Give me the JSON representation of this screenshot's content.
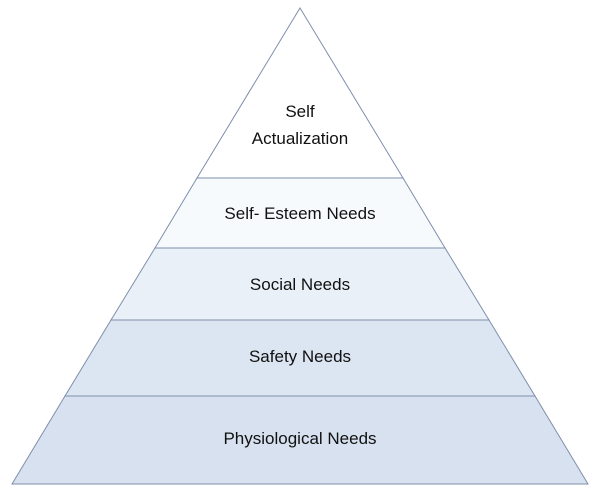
{
  "diagram": {
    "type": "pyramid",
    "border_color": "#7f8fab",
    "text_color": "#111111",
    "levels": [
      {
        "label": "Self Actualization",
        "line1": "Self",
        "line2": "Actualization",
        "color": "#ffffff"
      },
      {
        "label": "Self- Esteem Needs",
        "color": "#f7fafd"
      },
      {
        "label": "Social Needs",
        "color": "#e9f0f8"
      },
      {
        "label": "Safety Needs",
        "color": "#dce6f2"
      },
      {
        "label": "Physiological Needs",
        "color": "#d7e1ef"
      }
    ]
  }
}
